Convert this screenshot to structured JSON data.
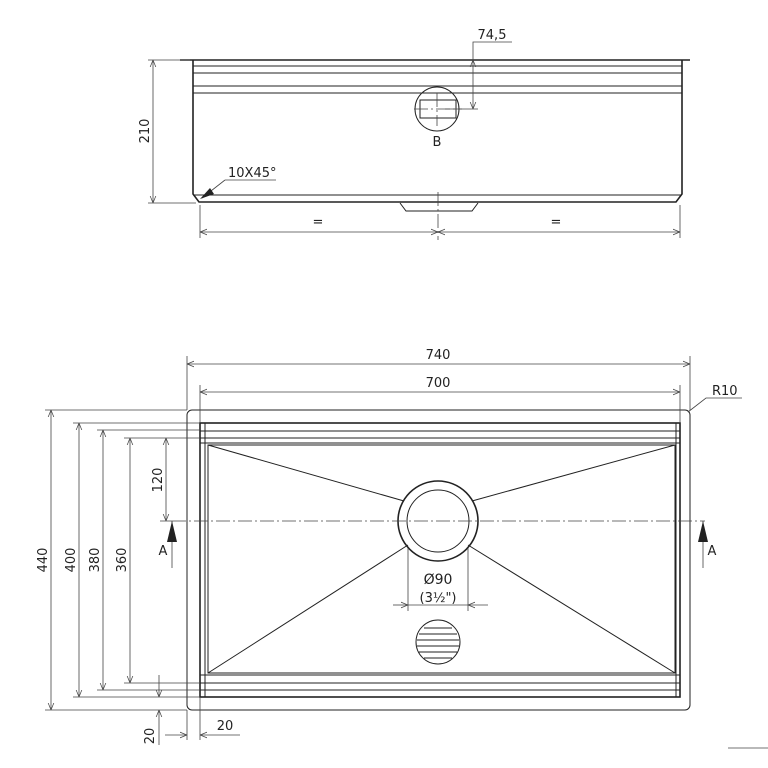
{
  "title": "Undermount sink technical drawing",
  "side_view": {
    "height_dim": "210",
    "offset_dim": "74,5",
    "detail_label": "B",
    "chamfer_note": "10X45°",
    "equal_left": "=",
    "equal_right": "="
  },
  "plan_view": {
    "outer_width": "740",
    "inner_width": "700",
    "corner_radius": "R10",
    "outer_depth": "440",
    "depth_400": "400",
    "depth_380": "380",
    "bowl_depth": "360",
    "drain_offset": "120",
    "section_left": "A",
    "section_right": "A",
    "drain_diameter": "Ø90",
    "drain_diameter_inch": "(3½\")",
    "margin_vertical": "20",
    "margin_horizontal": "20"
  }
}
